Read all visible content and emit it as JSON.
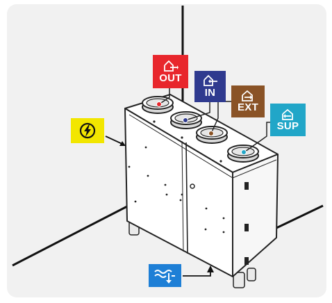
{
  "diagram": {
    "tags": {
      "out": {
        "label": "OUT",
        "color": "#e8262c",
        "icon": "house-arrow-out-icon"
      },
      "in": {
        "label": "IN",
        "color": "#2f3a8f",
        "icon": "house-arrow-in-icon"
      },
      "ext": {
        "label": "EXT",
        "color": "#8a5326",
        "icon": "house-arrow-extract-icon"
      },
      "sup": {
        "label": "SUP",
        "color": "#21a6c8",
        "icon": "house-arrow-supply-icon"
      }
    },
    "power": {
      "icon": "power-lightning-icon",
      "color": "#f2e600"
    },
    "drain": {
      "icon": "condensate-drain-icon",
      "color": "#1e7fd6"
    },
    "unit_color": "#ffffff",
    "line_color": "#111111"
  }
}
